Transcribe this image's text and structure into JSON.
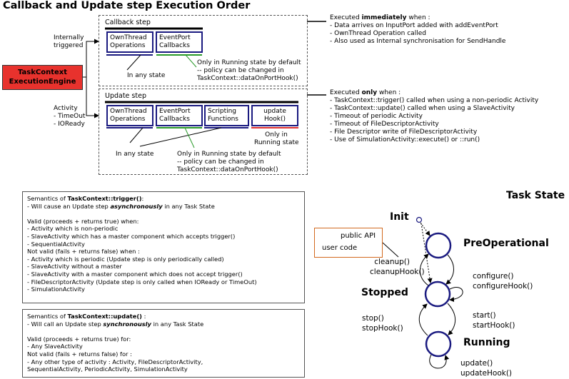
{
  "title": "Callback and Update step Execution Order",
  "taskcontext": {
    "line1": "TaskContext",
    "line2": "ExecutionEngine"
  },
  "internally_triggered": {
    "line1": "Internally",
    "line2": "triggered"
  },
  "activity_label": {
    "line1": "Activity",
    "line2": "- TimeOut",
    "line3": "- IOReady"
  },
  "callback": {
    "title": "Callback step",
    "cells": [
      {
        "line1": "OwnThread",
        "line2": "Operations"
      },
      {
        "line1": "EventPort",
        "line2": "Callbacks"
      }
    ],
    "in_any_state": "In any state",
    "running_note": {
      "line1": "Only in Running state by default",
      "line2": "-- policy can be changed in",
      "line3": "TaskContext::dataOnPortHook()"
    }
  },
  "update": {
    "title": "Update step",
    "cells": [
      {
        "line1": "OwnThread",
        "line2": "Operations"
      },
      {
        "line1": "EventPort",
        "line2": "Callbacks"
      },
      {
        "line1": "Scripting",
        "line2": "Functions"
      },
      {
        "line1": "update",
        "line2": "Hook()"
      }
    ],
    "in_any_state": "In any state",
    "running_note": {
      "line1": "Only in Running state by default",
      "line2": "-- policy can be changed in",
      "line3": "TaskContext::dataOnPortHook()"
    },
    "only_running": {
      "line1": "Only in",
      "line2": "Running state"
    }
  },
  "immediately": {
    "prefix": "Executed ",
    "bold": "immediately",
    "suffix": " when :",
    "items": [
      "- Data arrives on InputPort added with addEventPort",
      "- OwnThread Operation called",
      "- Also used as Internal synchronisation for SendHandle"
    ]
  },
  "only": {
    "prefix": "Executed ",
    "bold": "only",
    "suffix": " when :",
    "items": [
      "- TaskContext::trigger() called when using a non-periodic Activity",
      "- TaskContext::update() called when using a SlaveActivity",
      "- Timeout of periodic Activity",
      "- Timeout of FileDescriptorActivity",
      "- File Descriptor write of FileDescriptorActivity",
      "- Use of SimulationActivity::execute() or ::run()"
    ]
  },
  "trigger_sem": {
    "head_prefix": "Semantics of ",
    "head_bold": "TaskContext::trigger()",
    "head_suffix": ":",
    "will_prefix": "- Will cause an Update step ",
    "will_bold": "asynchronously",
    "will_suffix": " in any Task State",
    "lines": [
      "",
      "Valid (proceeds + returns true) when:",
      " - Activity which is non-periodic",
      " - SlaveActivity which has a master component which accepts trigger()",
      " - SequentialActivity",
      "Not valid (fails + returns false) when :",
      " - Activity which is periodic (Update step is only periodically called)",
      " - SlaveActivity without a master",
      " - SlaveActivity with a master component which does not accept trigger()",
      " - FileDescriptorActivity (Update step is only called when IOReady or TimeOut)",
      " - SimulationActivity"
    ]
  },
  "update_sem": {
    "head_prefix": "Semantics of ",
    "head_bold": "TaskContext::update()",
    "head_suffix": " :",
    "will_prefix": "- Will call an Update step ",
    "will_bold": "synchronously",
    "will_suffix": " in any Task State",
    "lines": [
      "",
      "Valid (proceeds + returns true) for:",
      " - Any SlaveActivity",
      "Not valid (fails + returns false) for :",
      " - Any other type of activity : Activity, FileDescriptorActivity,",
      "   SequentialActivity, PeriodicActivity, SimulationActivity"
    ]
  },
  "task_state": {
    "title": "Task State",
    "init": "Init",
    "preoperational": "PreOperational",
    "stopped": "Stopped",
    "running": "Running",
    "public_api": "public API",
    "user_code": "user code",
    "cleanup": "cleanup()",
    "cleanup_hook": "cleanupHook()",
    "configure": "configure()",
    "configure_hook": "configureHook()",
    "stop": "stop()",
    "stop_hook": "stopHook()",
    "start": "start()",
    "start_hook": "startHook()",
    "update": "update()",
    "update_hook": "updateHook()"
  },
  "colors": {
    "taskcontext": "#e8322d",
    "cell_border": "#1a1a80",
    "state_circle": "#1a1a80",
    "green": "#2a9a2a",
    "red": "#e03030",
    "api_border": "#d2691e"
  }
}
